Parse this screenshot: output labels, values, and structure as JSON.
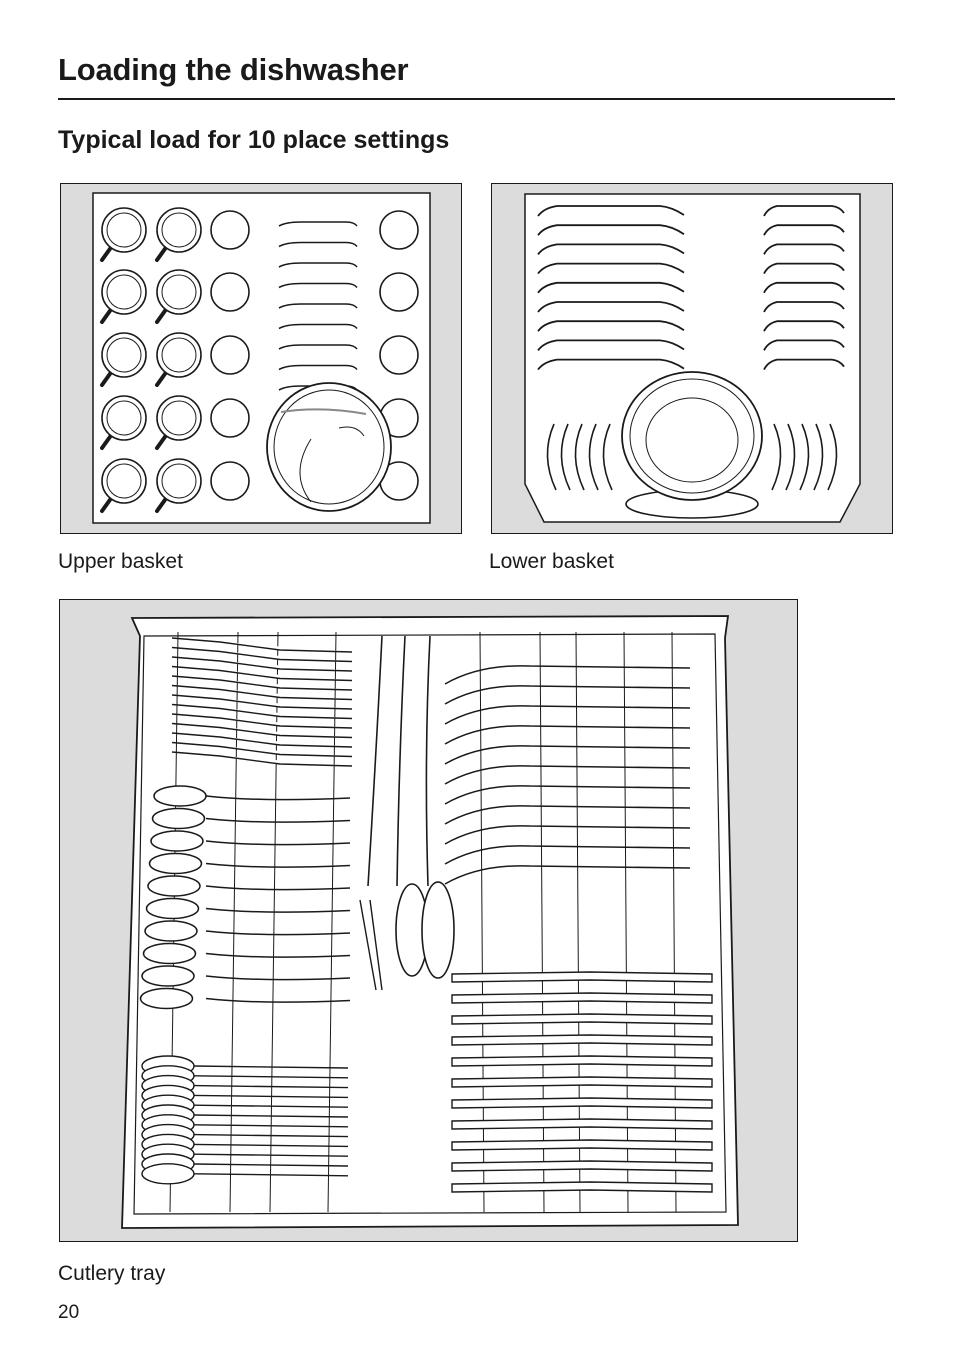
{
  "header": {
    "title": "Loading the dishwasher",
    "subtitle": "Typical load for 10 place settings"
  },
  "figures": {
    "upper_basket": {
      "caption": "Upper basket"
    },
    "lower_basket": {
      "caption": "Lower basket"
    },
    "cutlery_tray": {
      "caption": "Cutlery tray"
    }
  },
  "colors": {
    "illustration_bg": "#dcdcdc",
    "line": "#1a1a1a"
  },
  "footer": {
    "page_number": "20"
  }
}
